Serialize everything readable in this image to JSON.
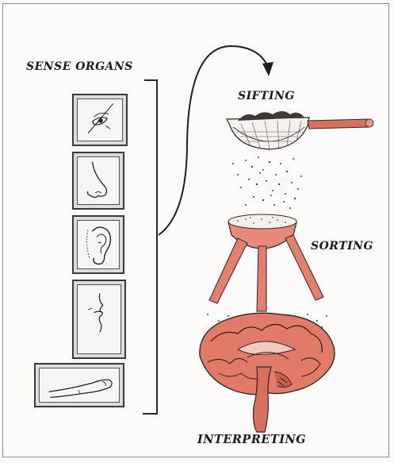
{
  "labels": {
    "sense_organs": "SENSE ORGANS",
    "sifting": "SIFTING",
    "sorting": "SORTING",
    "interpreting": "INTERPRETING"
  },
  "organs": [
    "eye",
    "nose",
    "ear",
    "mouth",
    "finger"
  ],
  "colors": {
    "accent": "#d9705f",
    "accent_light": "#f3c6ba",
    "ink": "#1b1b1b",
    "box_gray": "#dcdcdc"
  }
}
